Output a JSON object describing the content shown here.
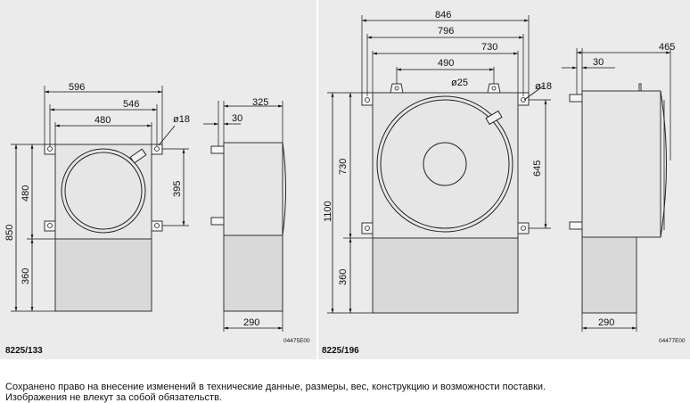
{
  "left": {
    "model": "8225/133",
    "ref": "04475E00",
    "front_dims": {
      "w596": "596",
      "w546": "546",
      "w480": "480",
      "hole": "ø18",
      "h850": "850",
      "h480": "480",
      "h360": "360",
      "h395": "395"
    },
    "side_dims": {
      "w325": "325",
      "w30": "30",
      "w290": "290"
    }
  },
  "right": {
    "model": "8225/196",
    "ref": "04477E00",
    "front_dims": {
      "w846": "846",
      "w796": "796",
      "w730": "730",
      "w490": "490",
      "hole25": "ø25",
      "hole18": "ø18",
      "h1100": "1100",
      "h730": "730",
      "h360": "360",
      "h645": "645"
    },
    "side_dims": {
      "w465": "465",
      "w30": "30",
      "w290": "290"
    }
  },
  "footer": {
    "line1": "Сохранено право на внесение изменений в технические данные, размеры, вес, конструкцию и возможности поставки.",
    "line2": "Изображения не влекут за собой обязательств."
  }
}
